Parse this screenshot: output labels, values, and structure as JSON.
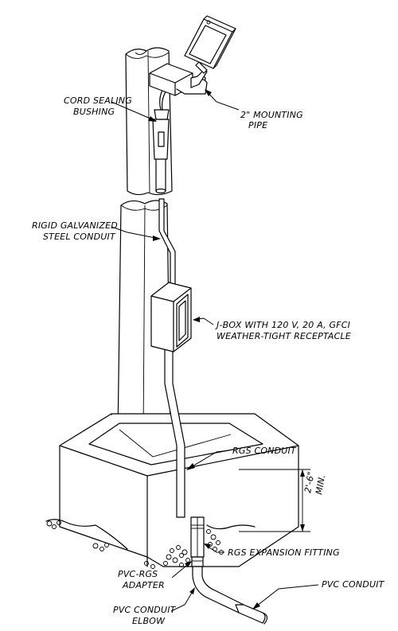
{
  "labels": {
    "cord_sealing": [
      "CORD SEALING",
      "BUSHING"
    ],
    "mounting_pipe": [
      "2\" MOUNTING",
      "PIPE"
    ],
    "rigid_conduit": [
      "RIGID GALVANIZED",
      "STEEL CONDUIT"
    ],
    "jbox": [
      "J-BOX WITH 120 V, 20 A, GFCI",
      "WEATHER-TIGHT RECEPTACLE"
    ],
    "rgs_conduit": "RGS CONDUIT",
    "dimension": [
      "2'-6\"",
      "MIN."
    ],
    "expansion_fitting": "RGS EXPANSION FITTING",
    "pvc_conduit": "PVC CONDUIT",
    "pvc_rgs_adapter": [
      "PVC-RGS",
      "ADAPTER"
    ],
    "pvc_elbow": [
      "PVC CONDUIT",
      "ELBOW"
    ]
  }
}
